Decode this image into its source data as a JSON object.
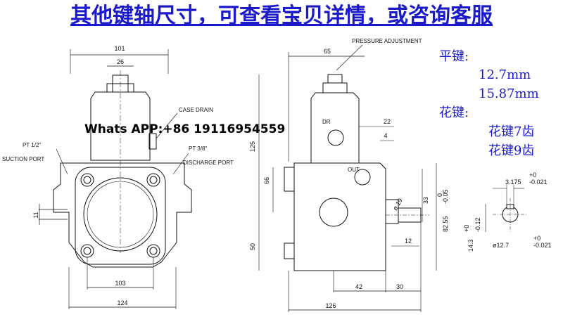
{
  "banner": {
    "text": "其他键轴尺寸，可查看宝贝详情，或咨询客服"
  },
  "overlay": {
    "whatsapp": "Whats APP:+86 19116954559"
  },
  "front_view": {
    "dims": {
      "top_width": "101",
      "stem_width": "26",
      "bolt_spacing": "103",
      "base_width": "124",
      "foot_height": "11"
    },
    "labels": {
      "case_drain": "CASE DRAIN",
      "pt_half": "PT 1/2\"",
      "suction_port": "SUCTION PORT",
      "pt_three_eighths": "PT 3/8\"",
      "discharge_port": "DISCHARGE PORT"
    }
  },
  "side_view": {
    "dims": {
      "top": "65",
      "d22": "22",
      "d4": "4",
      "h125": "125",
      "h66": "66",
      "h50": "50",
      "h33": "33",
      "tol_33_upper": "0",
      "tol_33_lower": "-0.05",
      "h82_55": "82.55",
      "shaft_dia": "ø 19",
      "d12": "12",
      "d42": "42",
      "d30": "30",
      "total": "126"
    },
    "labels": {
      "pressure_adjustment": "PRESSURE ADJUSTMENT",
      "dr": "DR",
      "out": "OUT"
    }
  },
  "spec": {
    "flat_key_title": "平键:",
    "flat_key_values": [
      "12.7mm",
      "15.87mm"
    ],
    "spline_title": "花键:",
    "spline_values": [
      "花键7齿",
      "花键9齿"
    ]
  },
  "shaft_detail": {
    "key_width": "3.175",
    "key_width_tol_upper": "+0",
    "key_width_tol_lower": "-0.021",
    "key_height": "14.3",
    "key_height_tol_upper": "+0",
    "key_height_tol_lower": "-0.12",
    "diameter": "ø12.7",
    "diameter_tol_upper": "+0",
    "diameter_tol_lower": "-0.021"
  }
}
